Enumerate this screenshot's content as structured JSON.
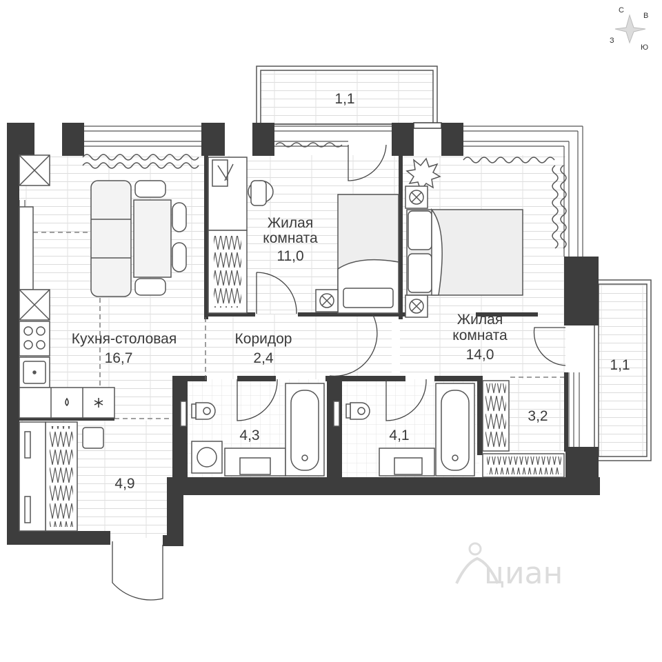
{
  "compass": {
    "north": "С",
    "east": "В",
    "south": "Ю",
    "west": "З"
  },
  "rooms": {
    "kitchen": {
      "name": "Кухня-столовая",
      "area": "16,7"
    },
    "living1": {
      "name_line1": "Жилая",
      "name_line2": "комната",
      "area": "11,0"
    },
    "living2": {
      "name_line1": "Жилая",
      "name_line2": "комната",
      "area": "14,0"
    },
    "corridor": {
      "name": "Коридор",
      "area": "2,4"
    },
    "balcony_top": {
      "area": "1,1"
    },
    "balcony_right": {
      "area": "1,1"
    },
    "storage": {
      "area": "3,2"
    },
    "bath1": {
      "area": "4,3"
    },
    "bath2": {
      "area": "4,1"
    },
    "hall": {
      "area": "4,9"
    }
  },
  "watermark": {
    "text": "циан"
  },
  "colors": {
    "wall": "#3d3d3d",
    "floor_line": "#d6d6d6",
    "furniture": "#555555",
    "furniture_fill": "#eeeeee",
    "text": "#3a3a3a"
  },
  "icons": [
    "compass-icon",
    "plant-icon",
    "flame-icon",
    "snowflake-icon",
    "cian-logo-icon"
  ]
}
